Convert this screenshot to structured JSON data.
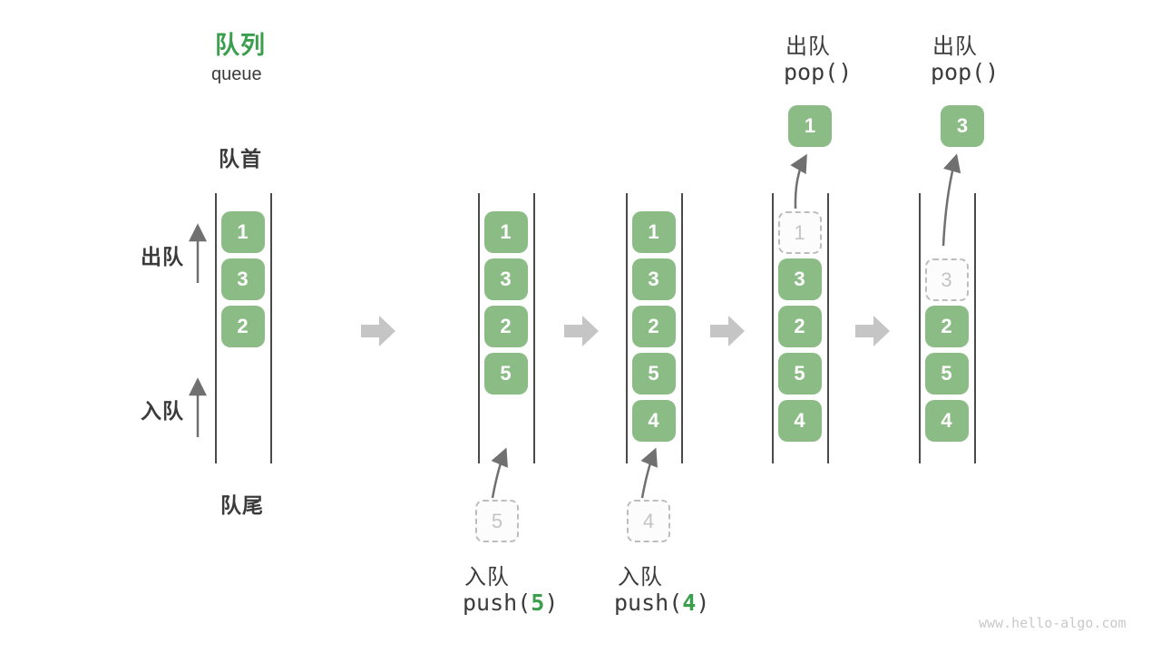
{
  "title": {
    "zh": "队列",
    "en": "queue"
  },
  "side_labels": {
    "front": "队首",
    "rear": "队尾",
    "dequeue": "出队",
    "enqueue": "入队"
  },
  "colors": {
    "box_fill": "#8CBC86",
    "accent_green": "#3B9E4C",
    "ink": "#3b3b3b",
    "block_arrow": "#c5c5c5"
  },
  "watermark": "www.hello-algo.com",
  "states": [
    {
      "slots": [
        {
          "i": 0,
          "v": "1"
        },
        {
          "i": 1,
          "v": "3"
        },
        {
          "i": 2,
          "v": "2"
        }
      ]
    },
    {
      "slots": [
        {
          "i": 0,
          "v": "1"
        },
        {
          "i": 1,
          "v": "3"
        },
        {
          "i": 2,
          "v": "2"
        },
        {
          "i": 3,
          "v": "5"
        }
      ],
      "op": {
        "kind": "enqueue",
        "label": "入队",
        "code": {
          "pre": "push(",
          "arg": "5",
          "post": ")"
        },
        "ghost": "5"
      }
    },
    {
      "slots": [
        {
          "i": 0,
          "v": "1"
        },
        {
          "i": 1,
          "v": "3"
        },
        {
          "i": 2,
          "v": "2"
        },
        {
          "i": 3,
          "v": "5"
        },
        {
          "i": 4,
          "v": "4"
        }
      ],
      "op": {
        "kind": "enqueue",
        "label": "入队",
        "code": {
          "pre": "push(",
          "arg": "4",
          "post": ")"
        },
        "ghost": "4"
      }
    },
    {
      "slots": [
        {
          "i": 0,
          "v": "1",
          "ghost": true
        },
        {
          "i": 1,
          "v": "3"
        },
        {
          "i": 2,
          "v": "2"
        },
        {
          "i": 3,
          "v": "5"
        },
        {
          "i": 4,
          "v": "4"
        }
      ],
      "op": {
        "kind": "dequeue",
        "label": "出队",
        "code": {
          "pre": "pop(",
          "arg": "",
          "post": ")"
        },
        "popped": "1"
      }
    },
    {
      "slots": [
        {
          "i": 1,
          "v": "3",
          "ghost": true
        },
        {
          "i": 2,
          "v": "2"
        },
        {
          "i": 3,
          "v": "5"
        },
        {
          "i": 4,
          "v": "4"
        }
      ],
      "op": {
        "kind": "dequeue",
        "label": "出队",
        "code": {
          "pre": "pop(",
          "arg": "",
          "post": ")"
        },
        "popped": "3"
      }
    }
  ]
}
